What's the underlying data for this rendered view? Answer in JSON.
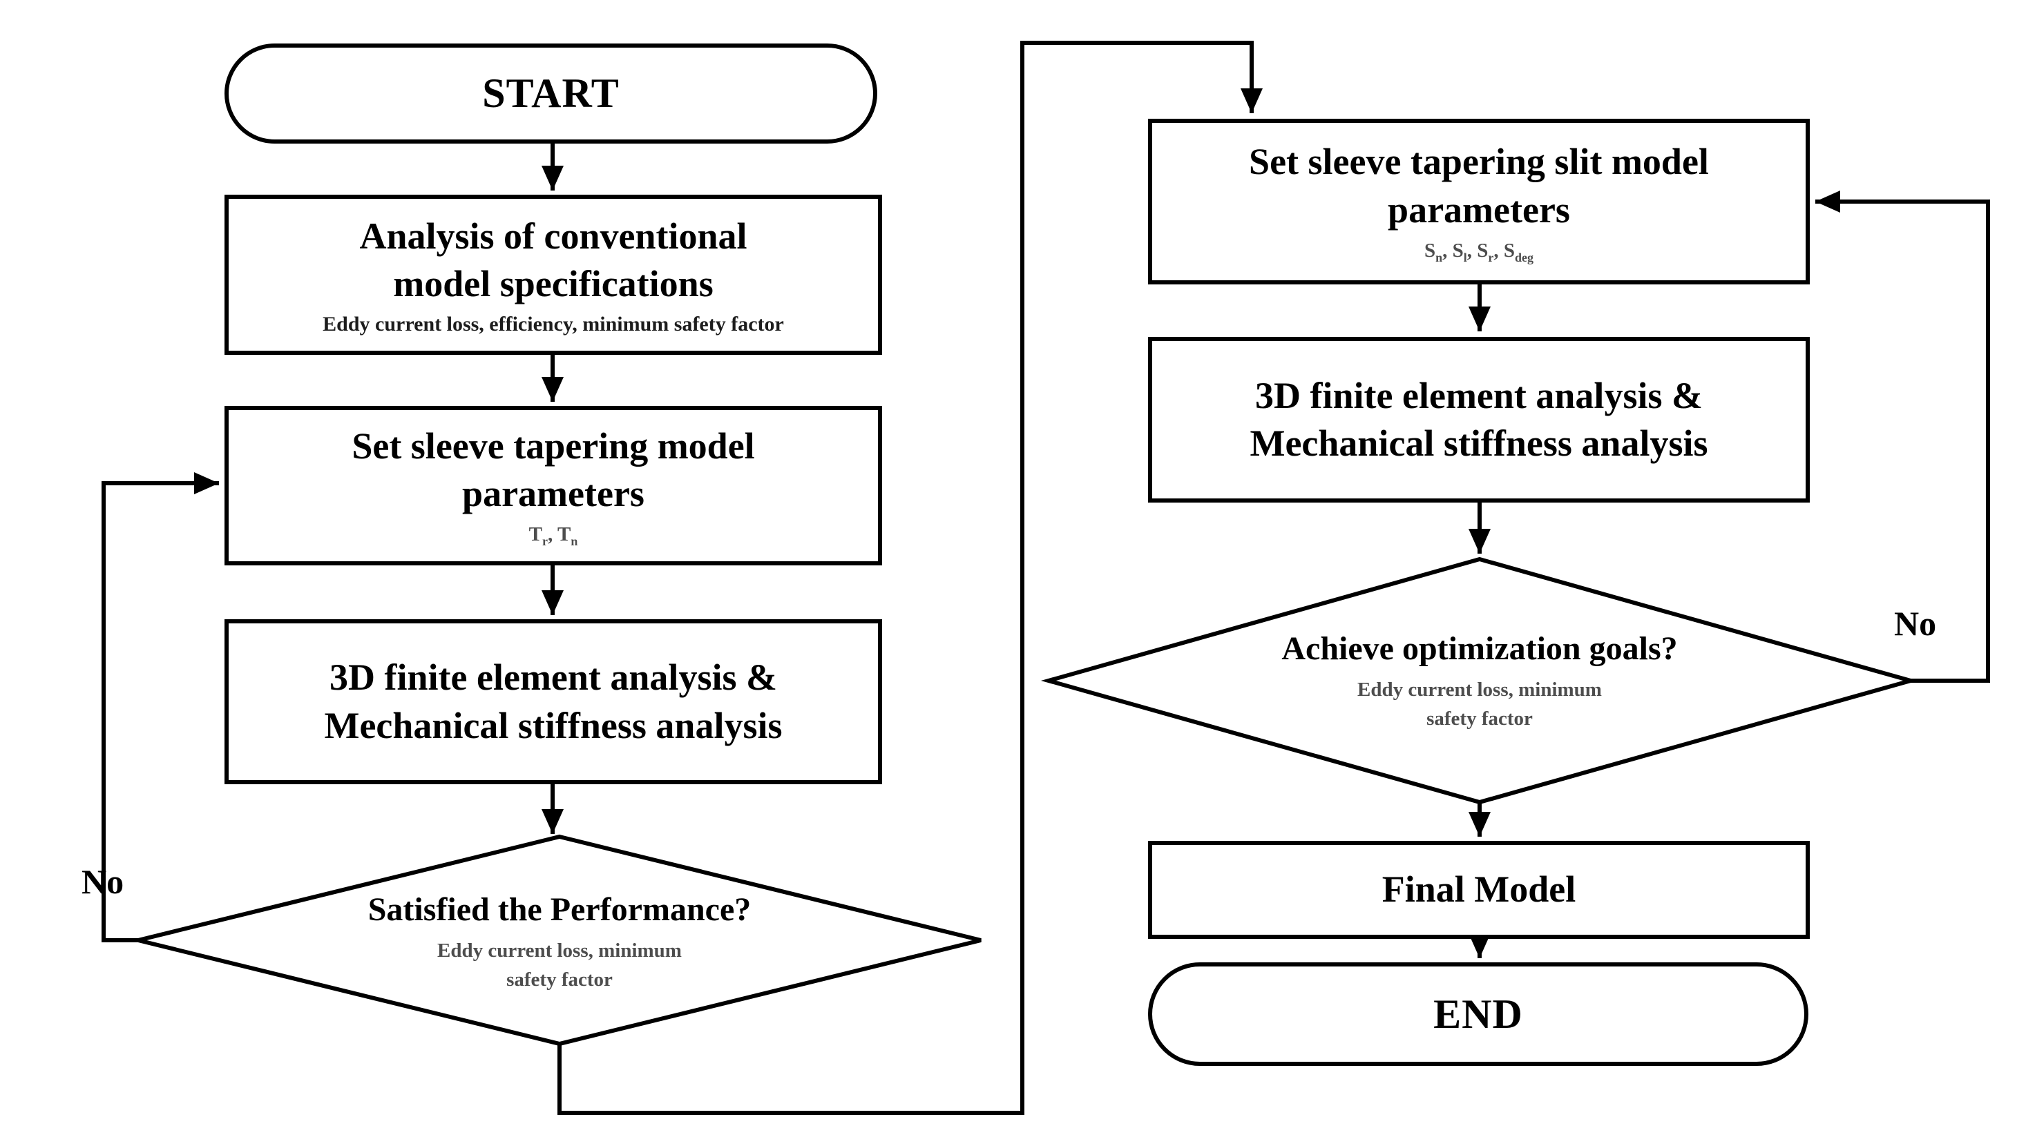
{
  "diagram": {
    "type": "flowchart",
    "colors": {
      "line": "#000000",
      "node_fill": "#ffffff",
      "text": "#000000",
      "muted_text": "#4d4d4d"
    },
    "nodes": {
      "start": {
        "label": "START"
      },
      "analysis_conventional": {
        "title": "Analysis of conventional\nmodel specifications",
        "subtitle": "Eddy current loss, efficiency, minimum safety factor"
      },
      "set_tapering_params": {
        "title": "Set sleeve tapering model\nparameters",
        "params": "T_r, T_n"
      },
      "fea_left": {
        "title": "3D finite element analysis &\nMechanical stiffness analysis"
      },
      "decision_performance": {
        "question": "Satisfied the Performance?",
        "criteria": "Eddy current loss, minimum\nsafety factor"
      },
      "set_slit_params": {
        "title": "Set sleeve tapering slit model\nparameters",
        "params": "S_n, S_l, S_r, S_deg"
      },
      "fea_right": {
        "title": "3D finite element analysis &\nMechanical stiffness analysis"
      },
      "decision_optimization": {
        "question": "Achieve optimization goals?",
        "criteria": "Eddy current loss, minimum\nsafety factor"
      },
      "final_model": {
        "title": "Final Model"
      },
      "end": {
        "label": "END"
      }
    },
    "edge_labels": {
      "left_no": "No",
      "right_no": "No"
    }
  }
}
